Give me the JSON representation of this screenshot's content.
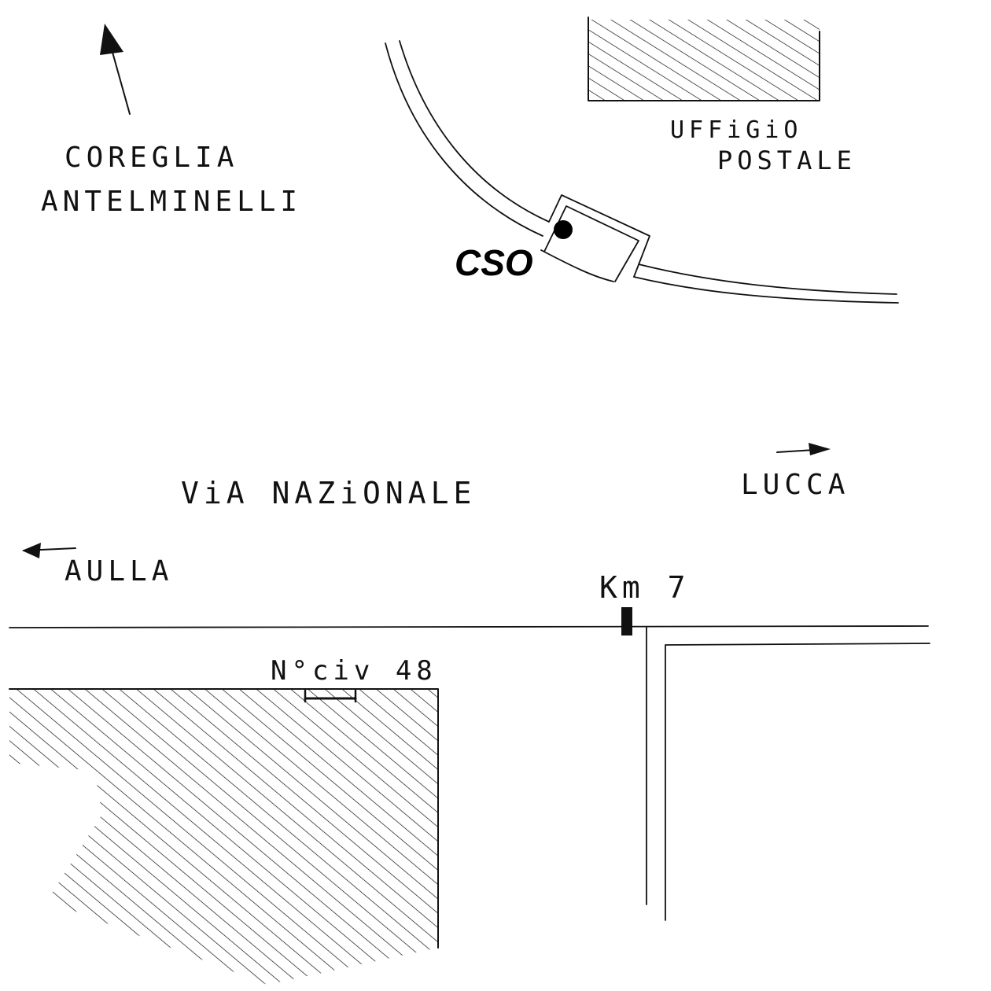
{
  "map": {
    "top": {
      "direction_label_line1": "COREGLIA",
      "direction_label_line2": "ANTELMINELLI",
      "building_label_line1": "UFFiGiO",
      "building_label_line2": "POSTALE",
      "marker_label": "CSO"
    },
    "bottom": {
      "road_name": "ViA NAZiONALE",
      "east_label": "LUCCA",
      "west_label": "AULLA",
      "km_marker": "Km 7",
      "house_number": "N°civ 48"
    },
    "colors": {
      "ink": "#111111",
      "marker": "#000000",
      "background": "#ffffff"
    },
    "icons": [
      "arrow-up-left-icon",
      "arrow-right-icon",
      "arrow-left-icon",
      "location-dot-icon"
    ]
  }
}
